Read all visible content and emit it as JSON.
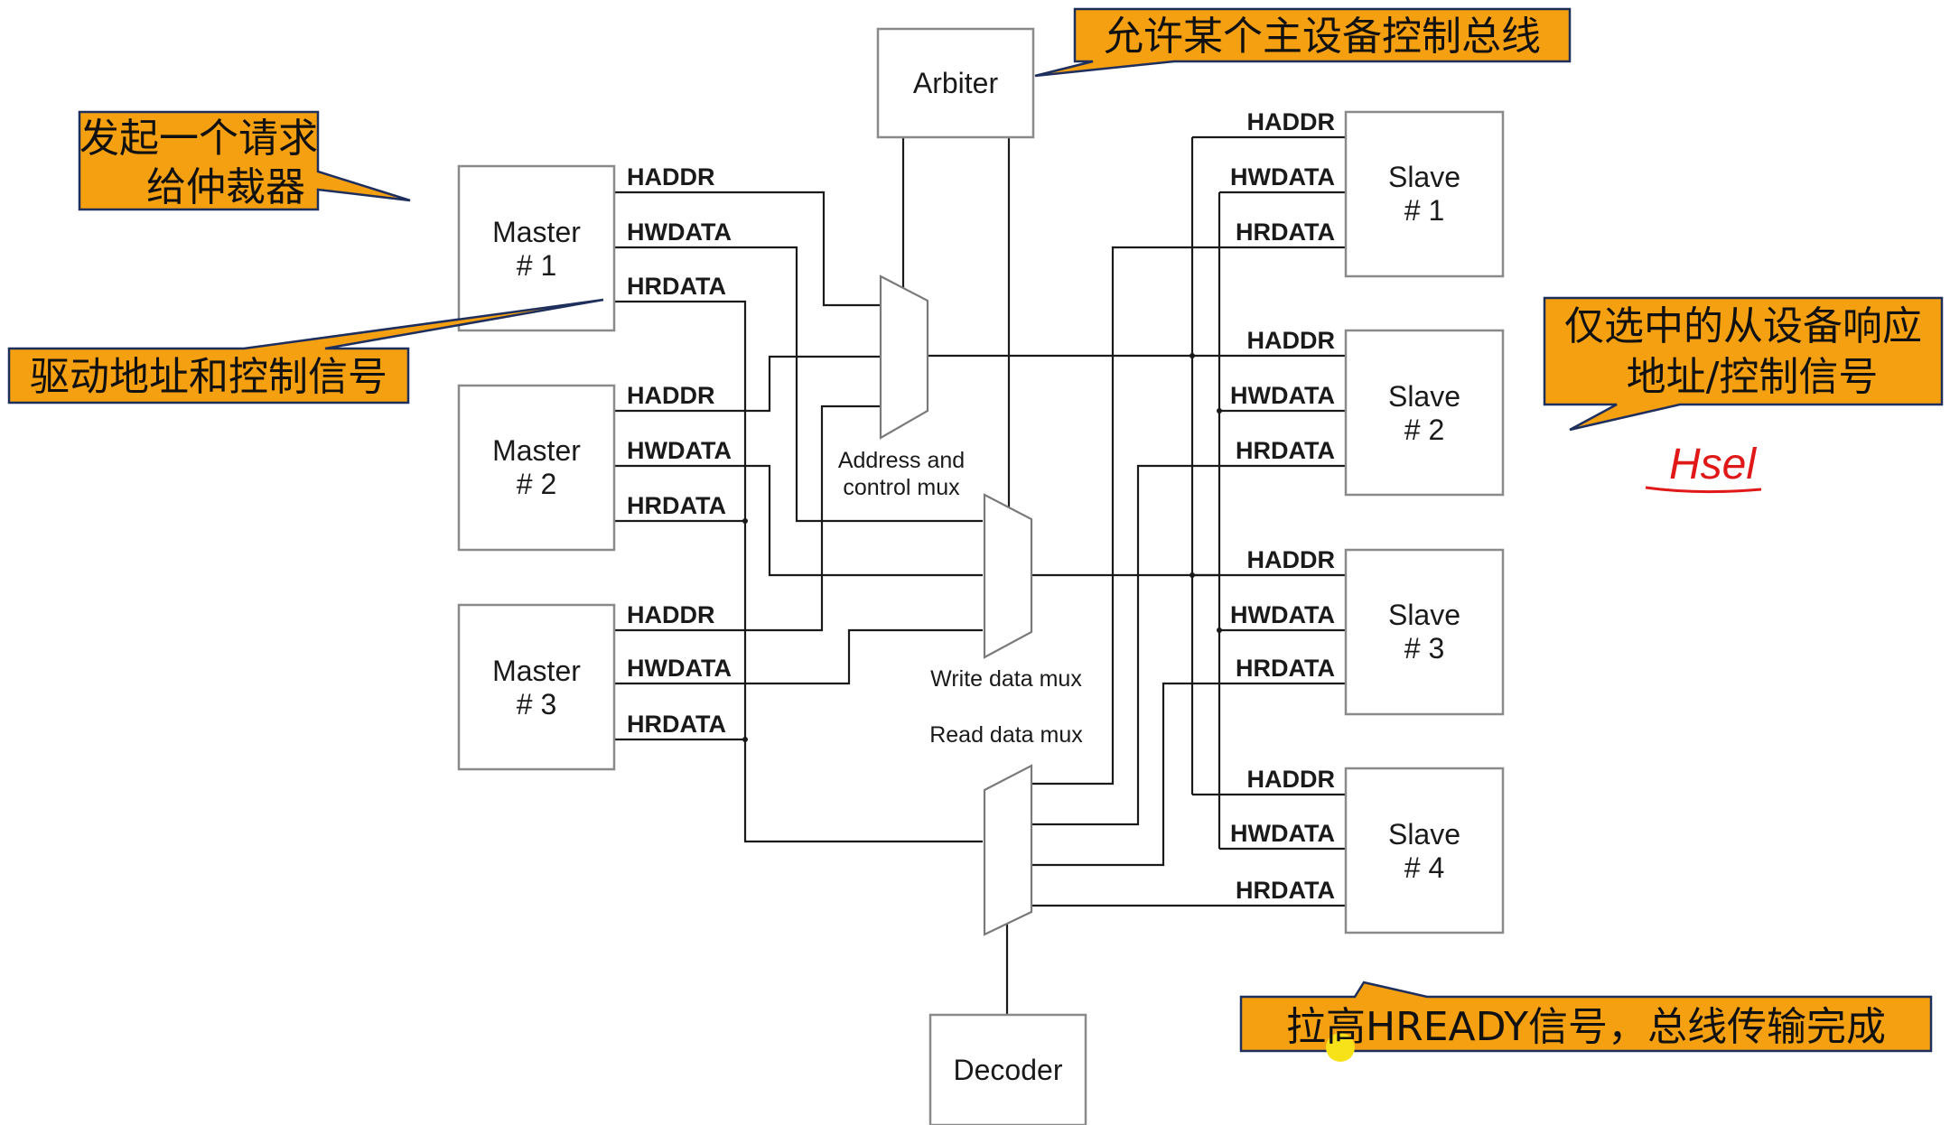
{
  "blocks": {
    "arbiter": "Arbiter",
    "decoder": "Decoder",
    "masters": [
      {
        "name": "Master",
        "num": "# 1"
      },
      {
        "name": "Master",
        "num": "# 2"
      },
      {
        "name": "Master",
        "num": "# 3"
      }
    ],
    "slaves": [
      {
        "name": "Slave",
        "num": "# 1"
      },
      {
        "name": "Slave",
        "num": "# 2"
      },
      {
        "name": "Slave",
        "num": "# 3"
      },
      {
        "name": "Slave",
        "num": "# 4"
      }
    ]
  },
  "signals": {
    "haddr": "HADDR",
    "hwdata": "HWDATA",
    "hrdata": "HRDATA"
  },
  "mux_labels": {
    "addr_line1": "Address and",
    "addr_line2": "control mux",
    "write": "Write data mux",
    "read": "Read data mux"
  },
  "callouts": {
    "arbiter_note": "允许某个主设备控制总线",
    "request_line1": "发起一个请求",
    "request_line2": "给仲裁器",
    "drive_note": "驱动地址和控制信号",
    "slave_line1": "仅选中的从设备响应",
    "slave_line2": "地址/控制信号",
    "ready_note": "拉高HREADY信号，总线传输完成"
  },
  "handwriting": "Hsel",
  "colors": {
    "callout_fill": "#f5a011",
    "callout_border": "#1e2f5e",
    "handwriting": "#e01818"
  }
}
